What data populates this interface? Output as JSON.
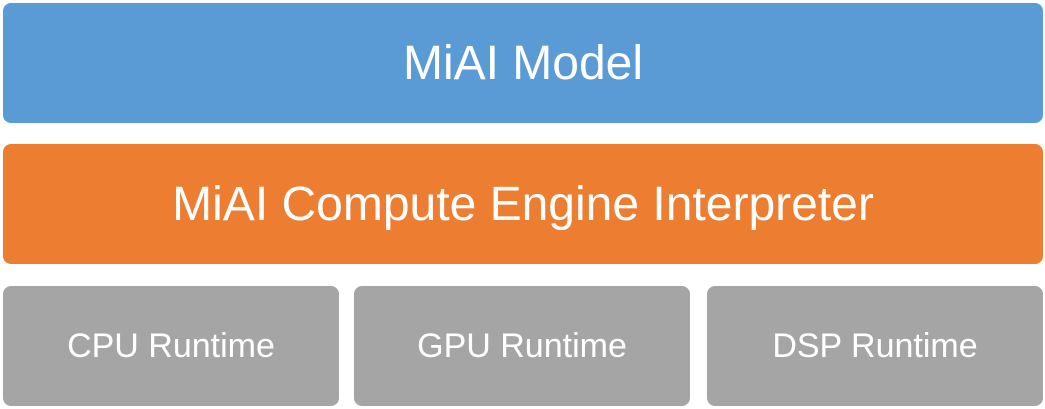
{
  "layers": {
    "model": {
      "label": "MiAI Model",
      "color": "#5b9bd5"
    },
    "engine": {
      "label": "MiAI Compute Engine Interpreter",
      "color": "#ed7d31"
    }
  },
  "runtimes": [
    {
      "label": "CPU Runtime",
      "color": "#a5a5a5"
    },
    {
      "label": "GPU Runtime",
      "color": "#a5a5a5"
    },
    {
      "label": "DSP Runtime",
      "color": "#a5a5a5"
    }
  ]
}
